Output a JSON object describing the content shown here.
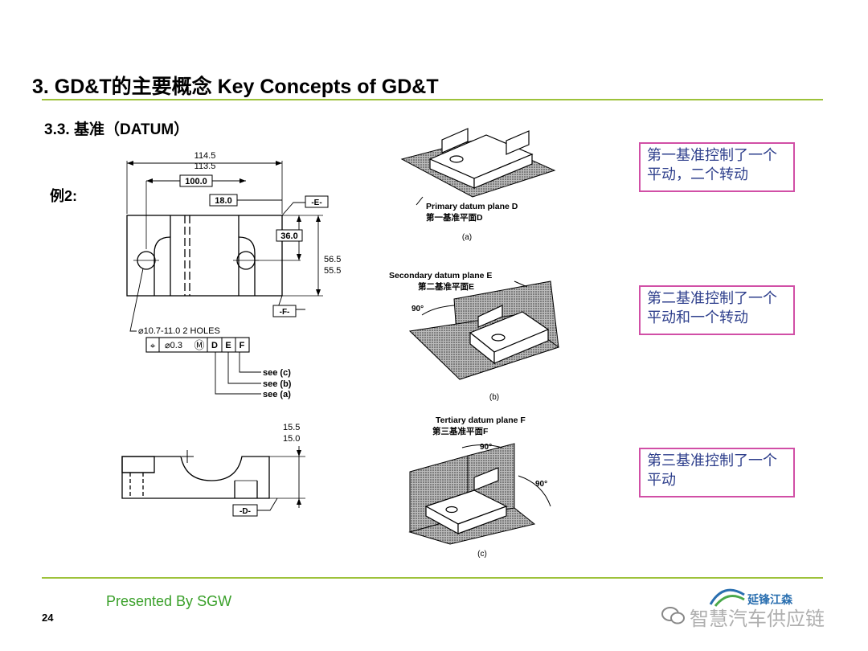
{
  "slide": {
    "title": "3. GD&T的主要概念  Key Concepts of GD&T",
    "section": "3.3. 基准（DATUM）",
    "example_label": "例2:",
    "page_number": "24",
    "presenter": "Presented By SGW",
    "brand_logo_text": "延锋江森",
    "watermark": "智慧汽车供应链"
  },
  "drawing": {
    "dim_overall_max": "114.5",
    "dim_overall_min": "113.5",
    "dim_hole_spacing": "100.0",
    "dim_edge_offset": "18.0",
    "dim_height_basic": "36.0",
    "dim_height_max": "56.5",
    "dim_height_min": "55.5",
    "datum_e": "-E-",
    "datum_f": "-F-",
    "datum_d": "-D-",
    "hole_callout": "⌀10.7-11.0  2 HOLES",
    "fcf": {
      "symbol": "⌖",
      "tolerance": "⌀0.3",
      "modifier": "Ⓜ",
      "refs": [
        "D",
        "E",
        "F"
      ]
    },
    "see_labels": [
      "see (c)",
      "see (b)",
      "see (a)"
    ],
    "dim_thickness_max": "15.5",
    "dim_thickness_min": "15.0"
  },
  "figures": {
    "a": {
      "label_en": "Primary datum plane D",
      "label_cn": "第一基准平面D",
      "caption": "(a)"
    },
    "b": {
      "label_en": "Secondary datum plane E",
      "label_cn": "第二基准平面E",
      "angle": "90°",
      "caption": "(b)"
    },
    "c": {
      "label_en": "Tertiary datum plane F",
      "label_cn": "第三基准平面F",
      "angle1": "90°",
      "angle2": "90°",
      "caption": "(c)"
    }
  },
  "notes": [
    {
      "text": "第一基准控制了一个平动，二个转动"
    },
    {
      "text": "第二基准控制了一个平动和一个转动"
    },
    {
      "text": "第三基准控制了一个平动"
    }
  ],
  "colors": {
    "accent_rule": "#9dc23a",
    "note_border": "#d14fa6",
    "note_text": "#2e3f8c",
    "presenter_text": "#3aa02a"
  }
}
